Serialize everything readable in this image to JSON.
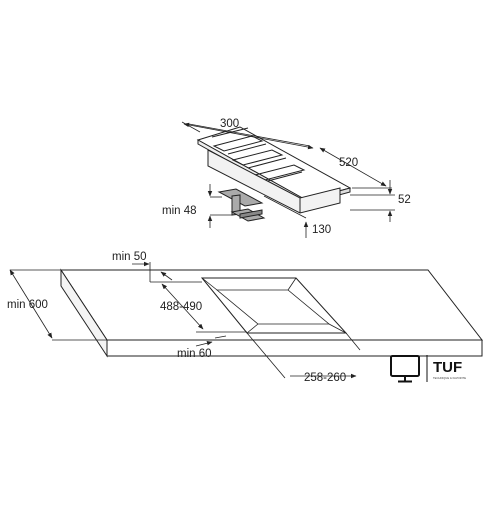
{
  "dimensions": {
    "hob_width": "300",
    "hob_depth": "520",
    "hob_height": "52",
    "min_under": "min 48",
    "clearance": "130",
    "min_rear": "min 50",
    "cutout_depth": "488-490",
    "counter_depth": "min 600",
    "min_front": "min 60",
    "cutout_width": "258-260"
  },
  "logo": {
    "brand": "TUF",
    "tagline": "TECHNIQUE & FAVORITE",
    "icon": "monitor-icon"
  },
  "colors": {
    "line": "#222222",
    "fill": "#ffffff",
    "gray": "#888888"
  }
}
